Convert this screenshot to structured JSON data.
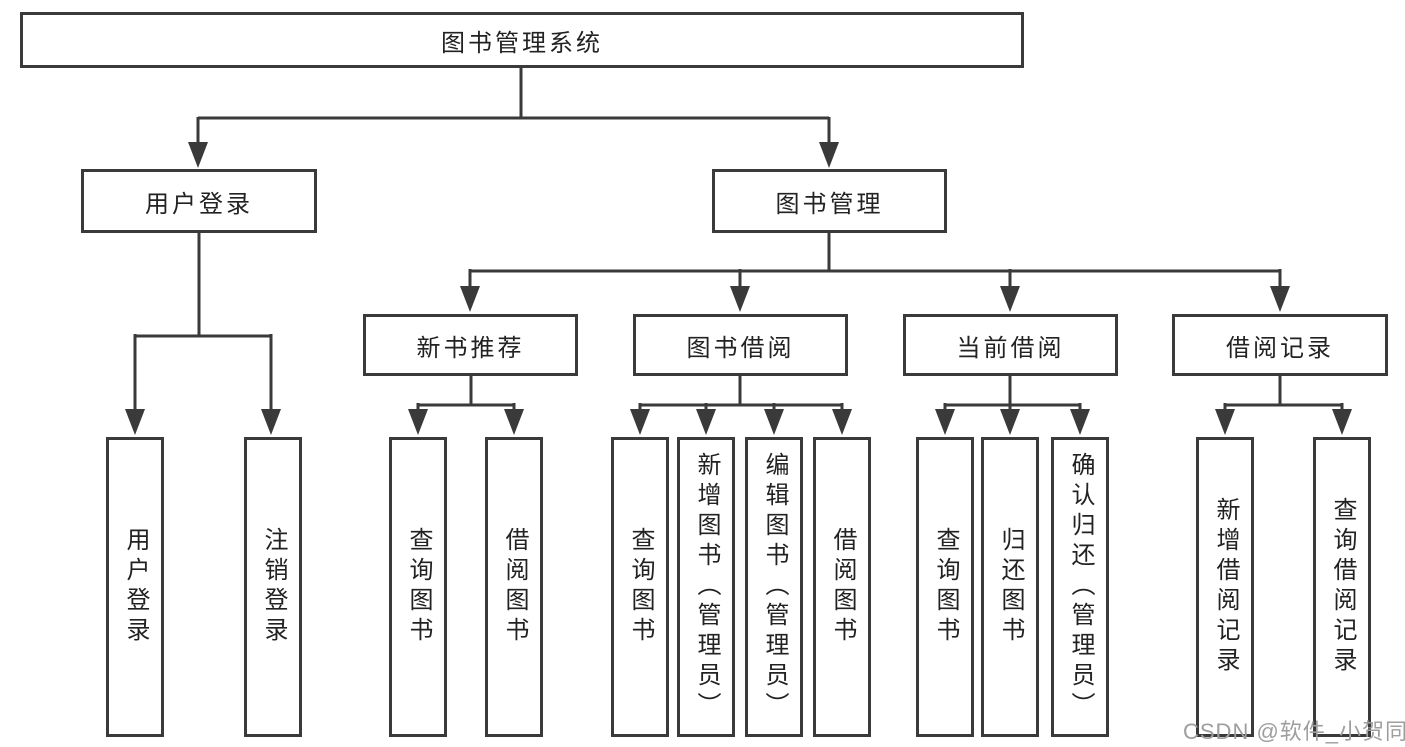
{
  "colors": {
    "background": "#ffffff",
    "line": "#3a3a3a",
    "box_border": "#3a3a3a",
    "text": "#222222",
    "watermark": "#9e9e9e"
  },
  "tree": {
    "root": {
      "label": "图书管理系统"
    },
    "branches": [
      {
        "label": "用户登录",
        "children": [
          {
            "label": "用户登录"
          },
          {
            "label": "注销登录"
          }
        ]
      },
      {
        "label": "图书管理",
        "groups": [
          {
            "label": "新书推荐",
            "children": [
              {
                "label": "查询图书"
              },
              {
                "label": "借阅图书"
              }
            ]
          },
          {
            "label": "图书借阅",
            "children": [
              {
                "label": "查询图书"
              },
              {
                "label": "新增图书（管理员）"
              },
              {
                "label": "编辑图书（管理员）"
              },
              {
                "label": "借阅图书"
              }
            ]
          },
          {
            "label": "当前借阅",
            "children": [
              {
                "label": "查询图书"
              },
              {
                "label": "归还图书"
              },
              {
                "label": "确认归还（管理员）"
              }
            ]
          },
          {
            "label": "借阅记录",
            "children": [
              {
                "label": "新增借阅记录"
              },
              {
                "label": "查询借阅记录"
              }
            ]
          }
        ]
      }
    ]
  },
  "watermark": {
    "text": "CSDN @软件_小贺同学"
  }
}
